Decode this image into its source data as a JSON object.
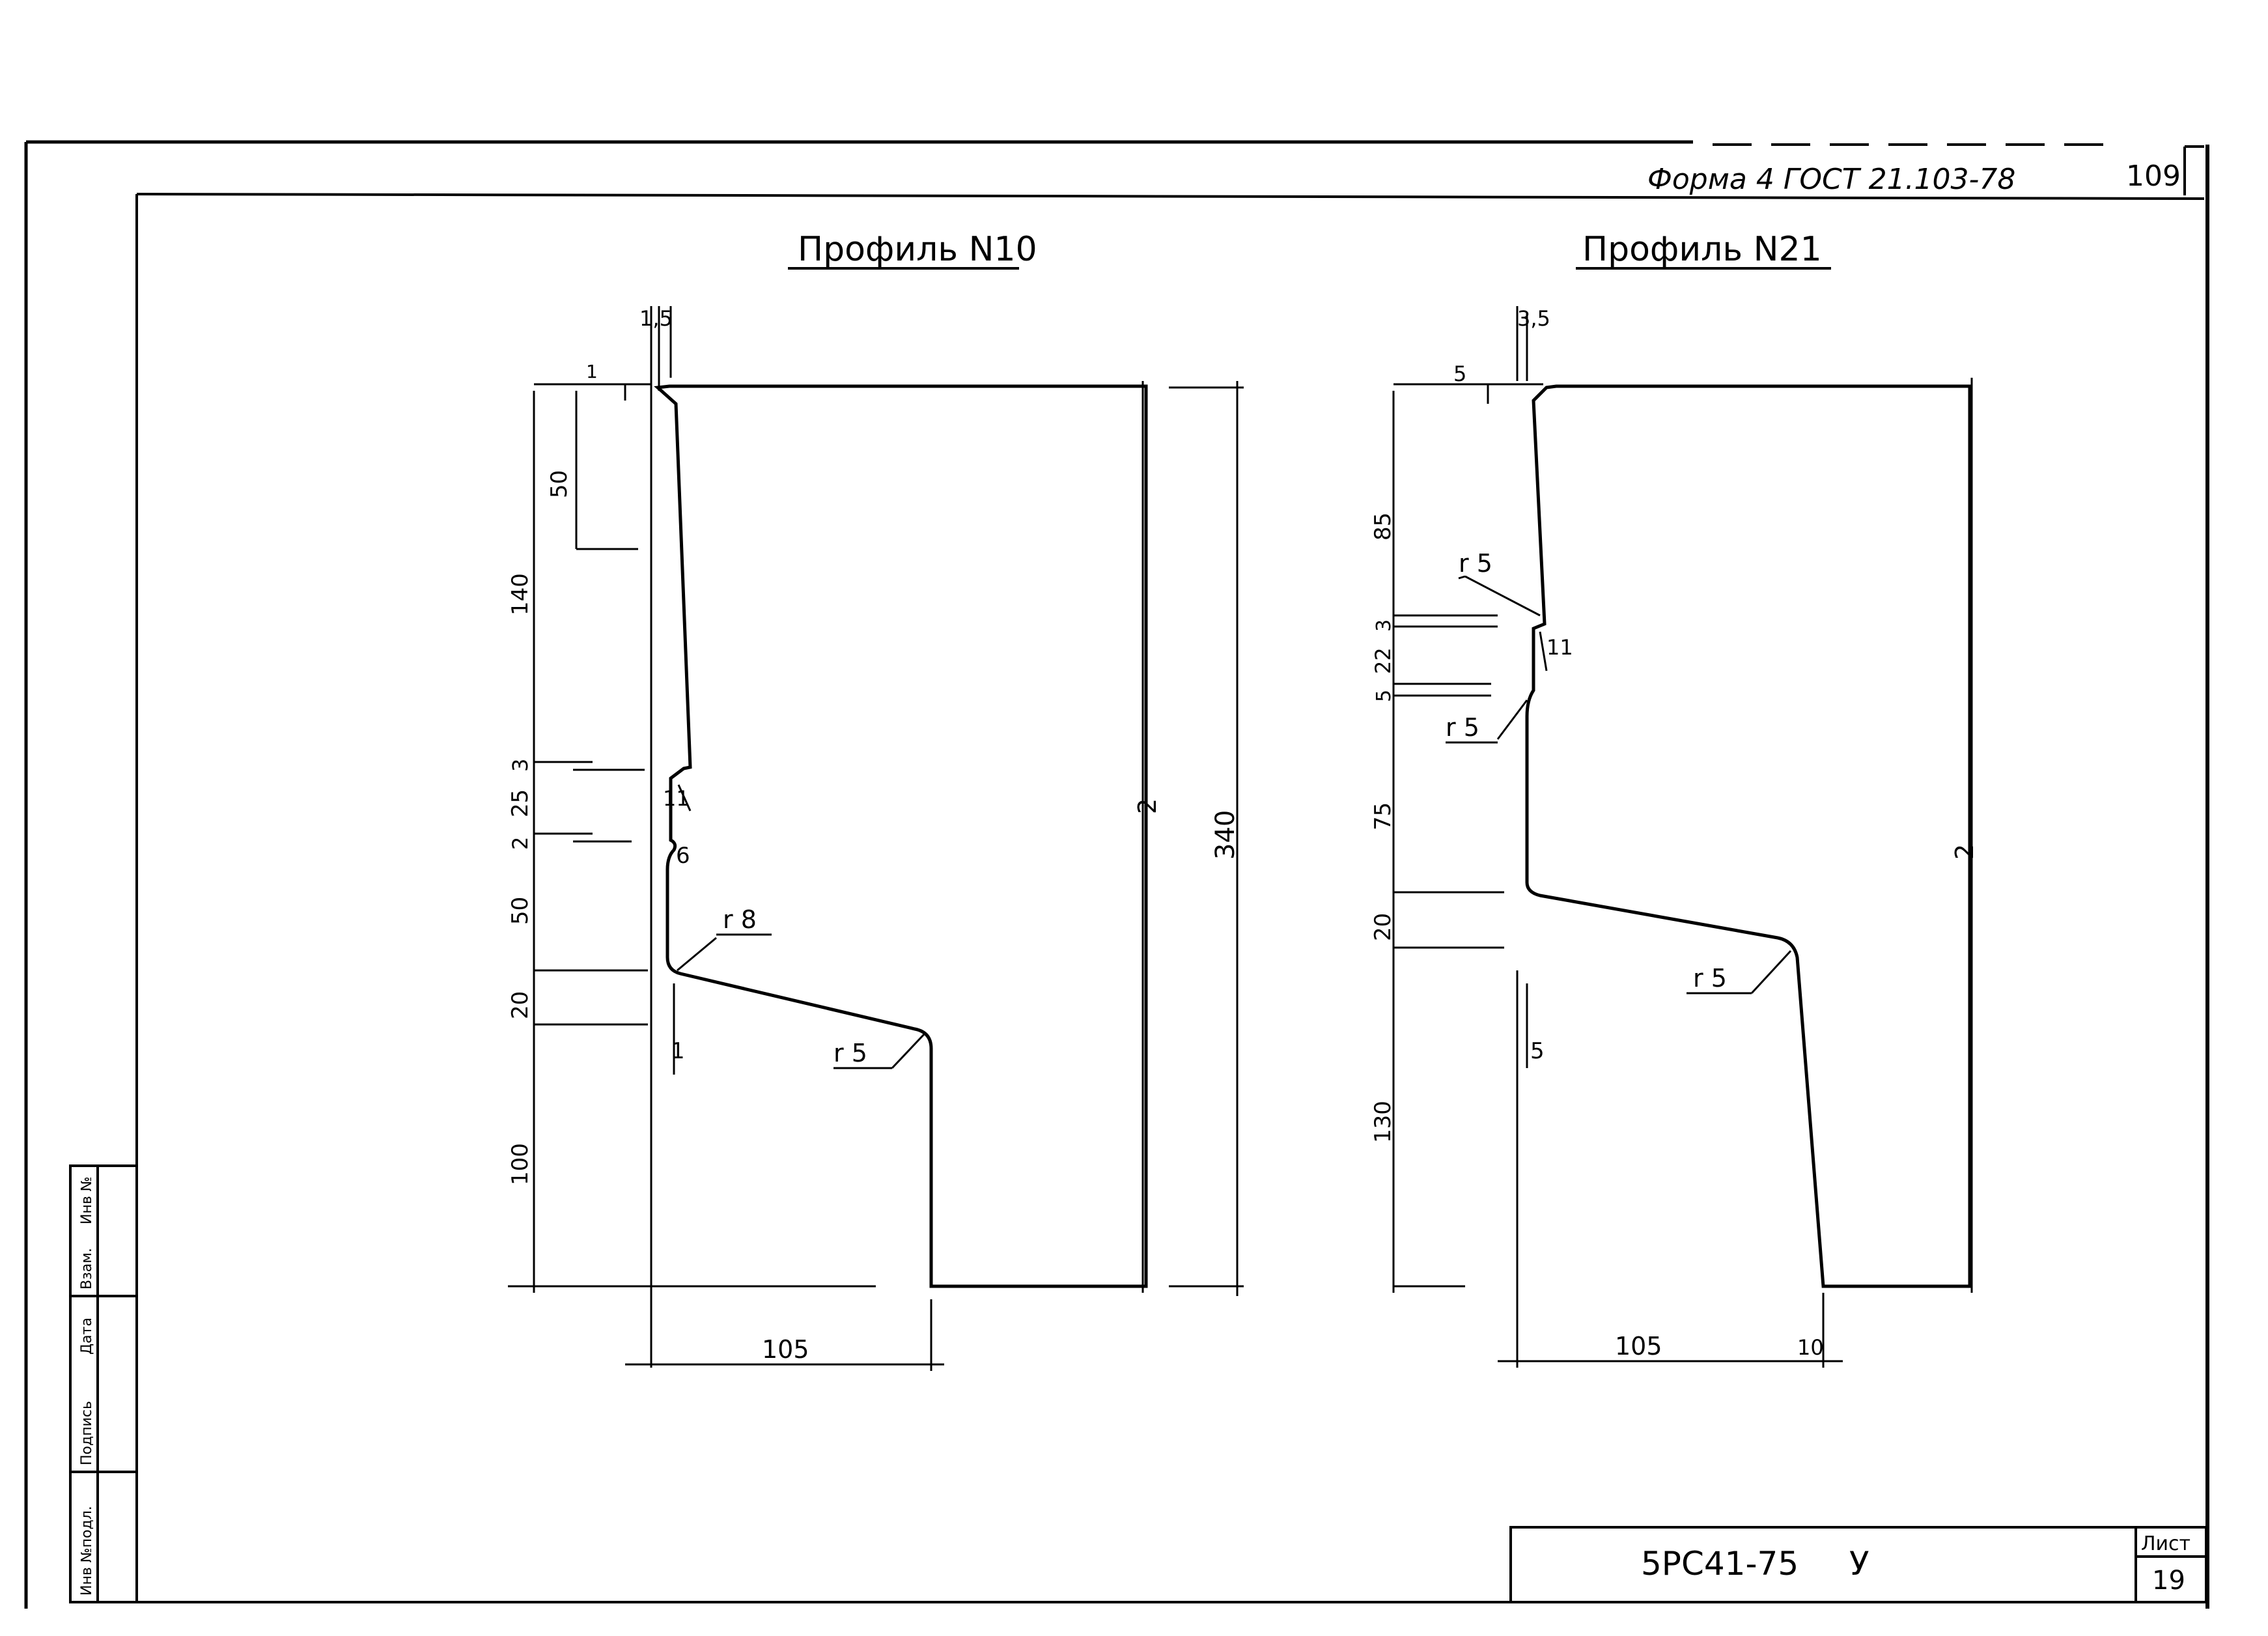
{
  "header": {
    "form_note": "Форма 4 ГОСТ 21.103-78",
    "page_number": "109"
  },
  "profile_10": {
    "title": "Профиль N10",
    "dims": {
      "top_a": "1,5",
      "top_b": "1",
      "v_50": "50",
      "v_140": "140",
      "v_3": "3",
      "v_25": "25",
      "v_2": "2",
      "v_50b": "50",
      "v_20": "20",
      "v_100": "100",
      "h_11": "11",
      "h_6": "6",
      "h_1": "1",
      "r_8": "r 8",
      "r_5": "r 5",
      "height_340": "340",
      "width_105": "105",
      "right_mark": "2"
    }
  },
  "profile_21": {
    "title": "Профиль N21",
    "dims": {
      "top_a": "3,5",
      "top_b": "5",
      "v_85": "85",
      "v_3": "3",
      "v_22": "22",
      "v_5": "5",
      "v_75": "75",
      "v_20": "20",
      "v_130": "130",
      "h_11": "11",
      "h_5": "5",
      "r_5a": "r 5",
      "r_5b": "r 5",
      "r_5c": "r 5",
      "width_105": "105",
      "width_10": "10",
      "right_mark": "2"
    }
  },
  "stamp_side": {
    "inv_orig": "Инв №подл.",
    "sign_date": "Подпись",
    "date": "Дата",
    "repl": "Взам.",
    "inv_dup": "Инв №"
  },
  "title_block": {
    "doc_code": "5РС41-75",
    "suffix": "У",
    "sheet_label": "Лист",
    "sheet_number": "19"
  }
}
